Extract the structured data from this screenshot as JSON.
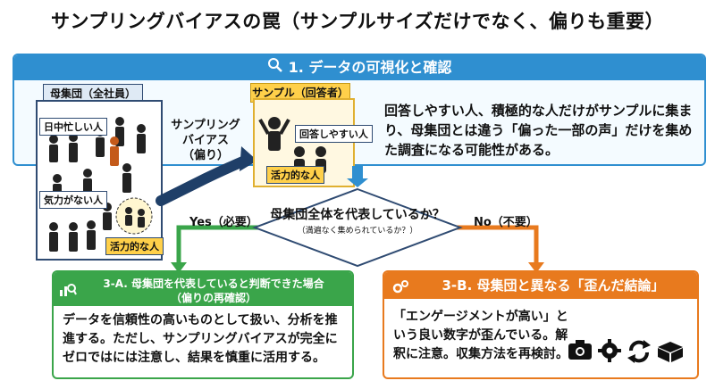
{
  "title": "サンプリングバイアスの罠（サンプルサイズだけでなく、偏りも重要）",
  "section1": {
    "heading": "1. データの可視化と確認",
    "population_label": "母集団（全社員）",
    "busy_label": "日中忙しい人",
    "no_energy_label": "気力がない人",
    "active_label_pop": "活力的な人",
    "bias_label": "サンプリング\nバイアス\n（偏り）",
    "sample_label": "サンプル（回答者）",
    "easy_to_answer_label": "回答しやすい人",
    "active_label_sample": "活力的な人",
    "description": "回答しやすい人、積極的な人だけがサンプルに集まり、母集団とは違う「偏った一部の声」だけを集めた調査になる可能性がある。"
  },
  "decision": {
    "question": "母集団全体を代表しているか？",
    "sub": "（満遍なく集められているか？）",
    "yes_label": "Yes（必要）",
    "no_label": "No（不要）"
  },
  "box3a": {
    "heading": "3-A. 母集団を代表していると判断できた場合",
    "subheading": "（偏りの再確認）",
    "body": "データを信頼性の高いものとして扱い、分析を推進する。ただし、サンプリングバイアスが完全にゼロではには注意し、結果を慎重に活用する。"
  },
  "box3b": {
    "heading": "3-B. 母集団と異なる「歪んだ結論」",
    "body": "「エンゲージメントが高い」という良い数字が歪んでいる。解釈に注意。収集方法を再検討。",
    "icons": [
      "camera-icon",
      "gear-icon",
      "refresh-icon",
      "box-icon"
    ]
  },
  "colors": {
    "blue": "#2f8fd0",
    "green": "#3aa54a",
    "orange": "#e87a1e",
    "navy": "#2f4b72",
    "yellow": "#ffd04a"
  }
}
